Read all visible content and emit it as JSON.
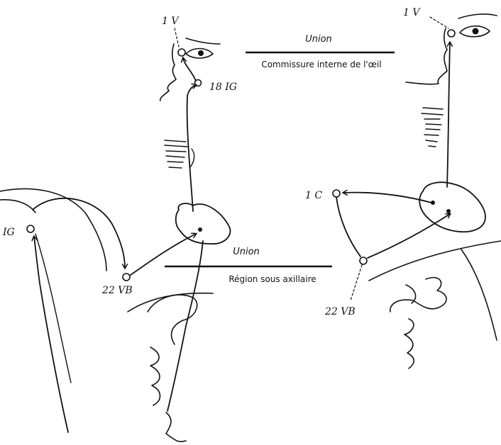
{
  "labels": {
    "upper_union": "Union",
    "upper_caption": "Commissure interne de l'œil",
    "lower_union": "Union",
    "lower_caption": "Région sous axillaire",
    "point_1v_left": "1 V",
    "point_1v_right": "1 V",
    "point_18ig": "18 IG",
    "point_ig_cut": "IG",
    "point_22vb_left": "22 VB",
    "point_22vb_right": "22 VB",
    "point_1c": "1 C"
  },
  "colors": {
    "ink": "#111111",
    "background": "#ffffff"
  }
}
